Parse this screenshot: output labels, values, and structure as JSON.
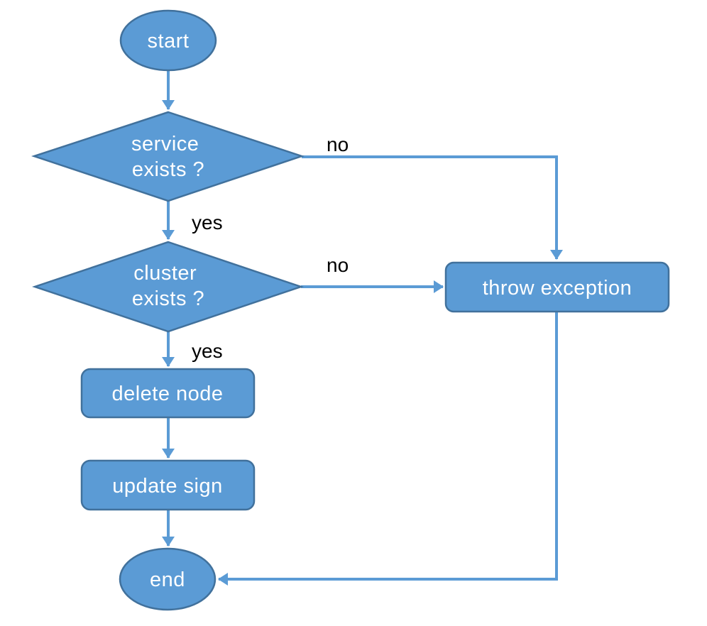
{
  "colors": {
    "shape_fill": "#5b9bd5",
    "shape_border": "#41719c",
    "connector": "#5b9bd5",
    "node_text": "#ffffff",
    "label_text": "#000000",
    "background": "#ffffff"
  },
  "diagram": {
    "type": "flowchart",
    "nodes": {
      "start": {
        "shape": "ellipse",
        "label": "start"
      },
      "service_exists": {
        "shape": "decision-diamond",
        "line1": "service",
        "line2": "exists ?"
      },
      "cluster_exists": {
        "shape": "decision-diamond",
        "line1": "cluster",
        "line2": "exists ?"
      },
      "throw_exception": {
        "shape": "process-rect",
        "label": "throw exception"
      },
      "delete_node": {
        "shape": "process-rect",
        "label": "delete node"
      },
      "update_sign": {
        "shape": "process-rect",
        "label": "update sign"
      },
      "end": {
        "shape": "ellipse",
        "label": "end"
      }
    },
    "edge_labels": {
      "service_no": "no",
      "service_yes": "yes",
      "cluster_no": "no",
      "cluster_yes": "yes"
    },
    "edges": [
      "start -> service_exists",
      "service_exists -no-> throw_exception (top)",
      "service_exists -yes-> cluster_exists",
      "cluster_exists -no-> throw_exception (left)",
      "cluster_exists -yes-> delete_node",
      "delete_node -> update_sign",
      "update_sign -> end",
      "throw_exception -> end (right)"
    ]
  }
}
